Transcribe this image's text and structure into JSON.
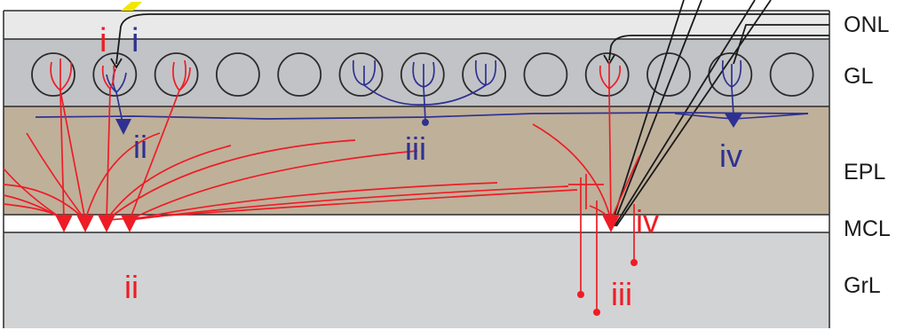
{
  "layers": [
    {
      "label": "ONL",
      "color": "#e9e9ea"
    },
    {
      "label": "GL",
      "color": "#c2c3c6"
    },
    {
      "label": "EPL",
      "color": "#bfb09a"
    },
    {
      "label": "MCL",
      "color": "#ffffff"
    },
    {
      "label": "GrL",
      "color": "#d2d3d4"
    }
  ],
  "labels": {
    "red_i": "i",
    "blue_i": "i",
    "blue_ii": "ii",
    "blue_iii": "iii",
    "blue_iv": "iv",
    "red_ii": "ii",
    "red_iii": "iii",
    "red_iv": "iv"
  },
  "colors": {
    "red": "#ee1c25",
    "blue": "#2e3192",
    "black": "#1a1a1a",
    "yellow": "#f2e600"
  },
  "glomeruli_count": 13
}
